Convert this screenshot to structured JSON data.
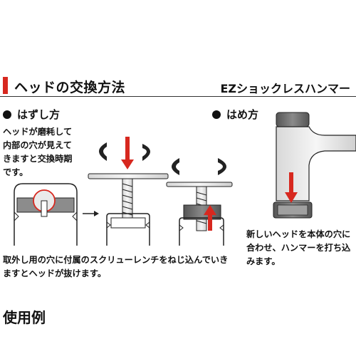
{
  "header": {
    "title": "ヘッドの交換方法",
    "product": "EZショックレスハンマー",
    "accent_color": "#d7281f"
  },
  "removal": {
    "title": "はずし方",
    "note": "ヘッドが磨耗して\n内部の穴が見えて\nきますと交換時期\nです。",
    "caption": "取外し用の穴に付属のスクリューレンチをねじ込んでいき\nますとヘッドが抜けます。"
  },
  "install": {
    "title": "はめ方",
    "caption": "新しいヘッドを本体の穴に\n合わせ、ハンマーを打ち込\nみます。"
  },
  "footer": {
    "title": "使用例"
  },
  "icons": [
    "bullet-icon",
    "red-arrow-down-icon",
    "red-arrow-up-icon",
    "rotation-arrow-icon",
    "next-step-arrow-icon"
  ]
}
